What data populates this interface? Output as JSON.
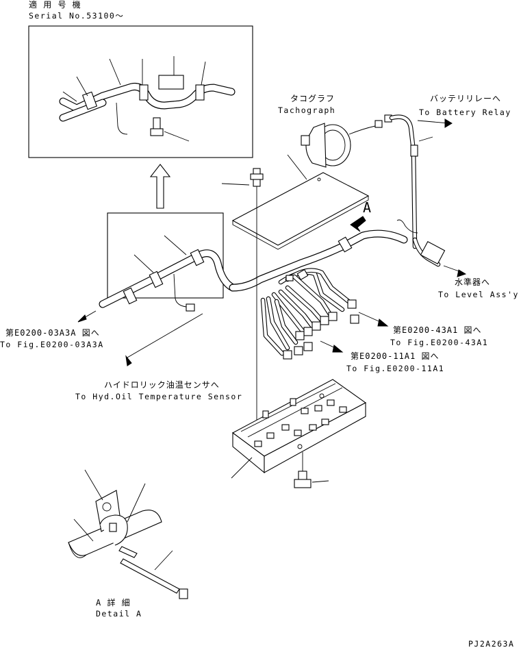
{
  "labels": {
    "applicable_jp": "適 用 号 機",
    "serial": "Serial No.53100～",
    "tachograph_jp": "タコグラフ",
    "tachograph_en": "Tachograph",
    "battery_relay_jp": "バッテリリレーへ",
    "battery_relay_en": "To Battery Relay",
    "view_a": "A",
    "level_jp": "水準器へ",
    "level_en": "To Level Ass'y",
    "fig43_jp": "第E0200-43A1 図へ",
    "fig43_en": "To Fig.E0200-43A1",
    "fig11_jp": "第E0200-11A1 図へ",
    "fig11_en": "To Fig.E0200-11A1",
    "fig03_jp": "第E0200-03A3A 図へ",
    "fig03_en": "To Fig.E0200-03A3A",
    "hyd_jp": "ハイドロリック油温センサへ",
    "hyd_en": "To Hyd.Oil Temperature Sensor",
    "detail_jp": "A 詳 細",
    "detail_en": "Detail A",
    "drawing_code": "PJ2A263A"
  }
}
